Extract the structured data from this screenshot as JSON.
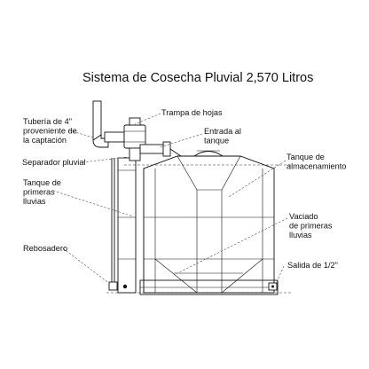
{
  "title": "Sistema de Cosecha Pluvial  2,570 Litros",
  "labels": {
    "tuberia": [
      "Tubería de 4\"",
      "proveniente de",
      "la captación"
    ],
    "trampa": "Trampa de hojas",
    "entrada": [
      "Entrada al",
      "tanque"
    ],
    "separador": "Separador pluvial",
    "tanque_almacenamiento": [
      "Tanque de",
      "almacenamiento"
    ],
    "tanque_primeras": [
      "Tanque de",
      "primeras",
      "lluvias"
    ],
    "vaciado": [
      "Vaciado",
      "de primeras",
      "lluvias"
    ],
    "rebosadero": "Rebosadero",
    "salida": "Salida de 1/2\""
  }
}
